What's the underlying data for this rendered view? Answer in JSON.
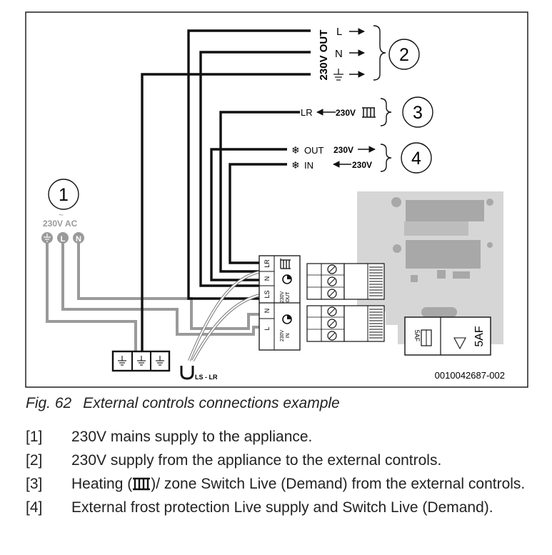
{
  "labels": {
    "out_section": "230V OUT",
    "l": "L",
    "n": "N",
    "lr": "LR",
    "v230": "230V",
    "frost_out": "OUT",
    "frost_in": "IN",
    "mains": "230V AC",
    "mains_l": "L",
    "mains_n": "N",
    "term_lr": "LR",
    "term_n": "N",
    "term_ls": "LS",
    "term_l": "L",
    "term_230v": "230V",
    "term_out": "OUT",
    "term_in": "IN",
    "link_label": "LS - LR",
    "fuse_small": "5AF",
    "fuse_large": "5AF",
    "figure_code": "0010042687-002"
  },
  "callouts": [
    "1",
    "2",
    "3",
    "4"
  ],
  "caption": {
    "number": "Fig. 62",
    "text": "External controls connections example"
  },
  "legend": [
    {
      "key": "[1]",
      "text": "230V mains supply to the appliance."
    },
    {
      "key": "[2]",
      "text": "230V supply from the appliance to the external controls."
    },
    {
      "key": "[3]",
      "pre": "Heating (",
      "post": ")/ zone Switch Live (Demand) from the external controls."
    },
    {
      "key": "[4]",
      "text": "External frost protection Live supply and Switch Live (Demand)."
    }
  ],
  "icons": [
    "earth-icon",
    "radiator-icon",
    "frost-icon",
    "arrow-right-icon",
    "arrow-left-icon",
    "link-wire-icon",
    "fuse-icon"
  ],
  "colors": {
    "wire_black": "#111111",
    "wire_grey": "#9a9a9a",
    "pcb_grey": "#d4d4d4",
    "pcb_dark": "#a9a9a9"
  }
}
